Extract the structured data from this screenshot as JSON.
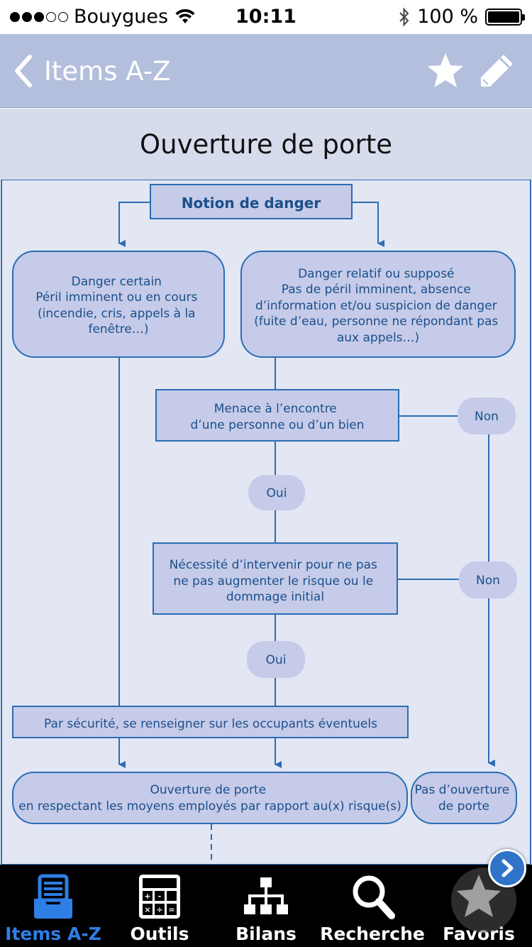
{
  "status_bar": {
    "carrier": "Bouygues",
    "time": "10:11",
    "battery": "100 %"
  },
  "nav": {
    "back_label": "Items A-Z",
    "icons": [
      "star-icon",
      "pencil-icon"
    ]
  },
  "page_title": "Ouverture de porte",
  "flowchart": {
    "root": "Notion de danger",
    "left_branch": [
      "Danger certain",
      "Péril imminent ou en cours",
      "(incendie, cris, appels à la",
      "fenêtre…)"
    ],
    "right_branch": [
      "Danger relatif ou supposé",
      "Pas de péril imminent, absence",
      "d’information et/ou suspicion de danger",
      "(fuite d’eau, personne ne répondant pas",
      "aux appels…)"
    ],
    "menace": [
      "Menace à l’encontre",
      "d’une personne ou d’un bien"
    ],
    "non_1": "Non",
    "oui_1": "Oui",
    "necessite": [
      "Nécessité d’intervenir pour ne pas",
      "ne pas augmenter le risque ou le",
      "dommage initial"
    ],
    "non_2": "Non",
    "oui_2": "Oui",
    "securite": "Par sécurité, se renseigner sur les occupants éventuels",
    "ouverture": [
      "Ouverture de porte",
      "en respectant les moyens employés par rapport au(x) risque(s)"
    ],
    "pas_ouverture": [
      "Pas d’ouverture",
      "de porte"
    ]
  },
  "tabs": [
    {
      "label": "Items A-Z",
      "icon": "inbox-list-icon",
      "active": true
    },
    {
      "label": "Outils",
      "icon": "calculator-icon",
      "active": false
    },
    {
      "label": "Bilans",
      "icon": "hierarchy-icon",
      "active": false
    },
    {
      "label": "Recherche",
      "icon": "search-icon",
      "active": false
    },
    {
      "label": "Favoris",
      "icon": "star-icon",
      "active": false
    }
  ],
  "colors": {
    "nav_bar": "#b3bfdc",
    "title_bar": "#d6dcec",
    "chart_bg": "#e3e6f3",
    "box_fill": "#c5cbe8",
    "box_stroke": "#2a6db5",
    "active_tab": "#2e7ee6"
  }
}
